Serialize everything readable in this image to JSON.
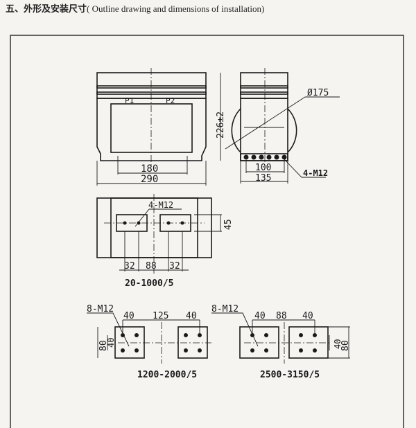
{
  "heading": {
    "title_zh": "五、外形及安装尺寸",
    "title_en": "( Outline drawing and dimensions of installation)"
  },
  "drawing": {
    "front_view": {
      "p1": "P1",
      "p2": "P2",
      "width_inner": "180",
      "width_outer": "290",
      "height": "226±2"
    },
    "side_view": {
      "diameter": "Ø175",
      "bolt_spacing": "100",
      "width": "135",
      "bolts": "4-M12"
    },
    "terminal_20_1000": {
      "bolts": "4-M12",
      "dim_a": "32",
      "dim_b": "88",
      "dim_c": "32",
      "height": "45",
      "label": "20-1000/5"
    },
    "terminal_1200_2000": {
      "bolts": "8-M12",
      "dim_a": "40",
      "dim_b": "125",
      "dim_c": "40",
      "h_outer": "80",
      "h_inner": "40",
      "label": "1200-2000/5"
    },
    "terminal_2500_3150": {
      "bolts": "8-M12",
      "dim_a": "40",
      "dim_b": "88",
      "dim_c": "40",
      "h_inner": "40",
      "h_outer": "80",
      "label": "2500-3150/5"
    }
  }
}
